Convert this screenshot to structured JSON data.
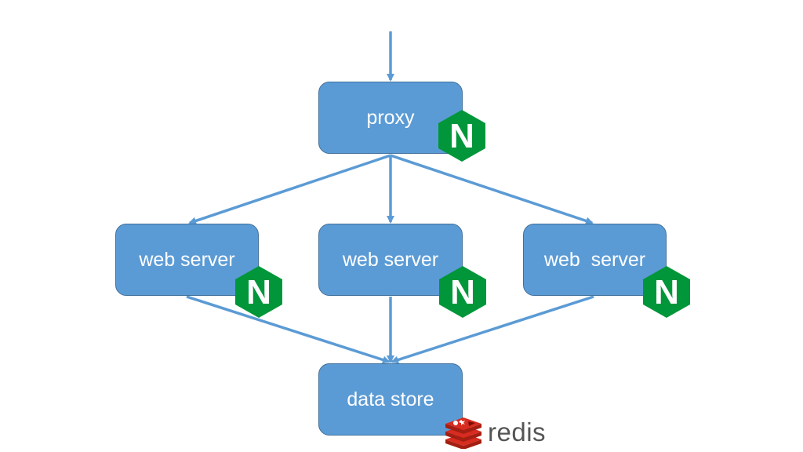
{
  "nodes": {
    "proxy": "proxy",
    "web_server_1": "web server",
    "web_server_2": "web server",
    "web_server_3": "web  server",
    "data_store": "data store"
  },
  "logos": {
    "nginx_letter": "N",
    "redis_text": "redis"
  },
  "colors": {
    "node_fill": "#5b9bd5",
    "node_border": "#41719c",
    "arrow": "#5b9bd5",
    "nginx_green": "#009639",
    "redis_red": "#d82c20"
  }
}
